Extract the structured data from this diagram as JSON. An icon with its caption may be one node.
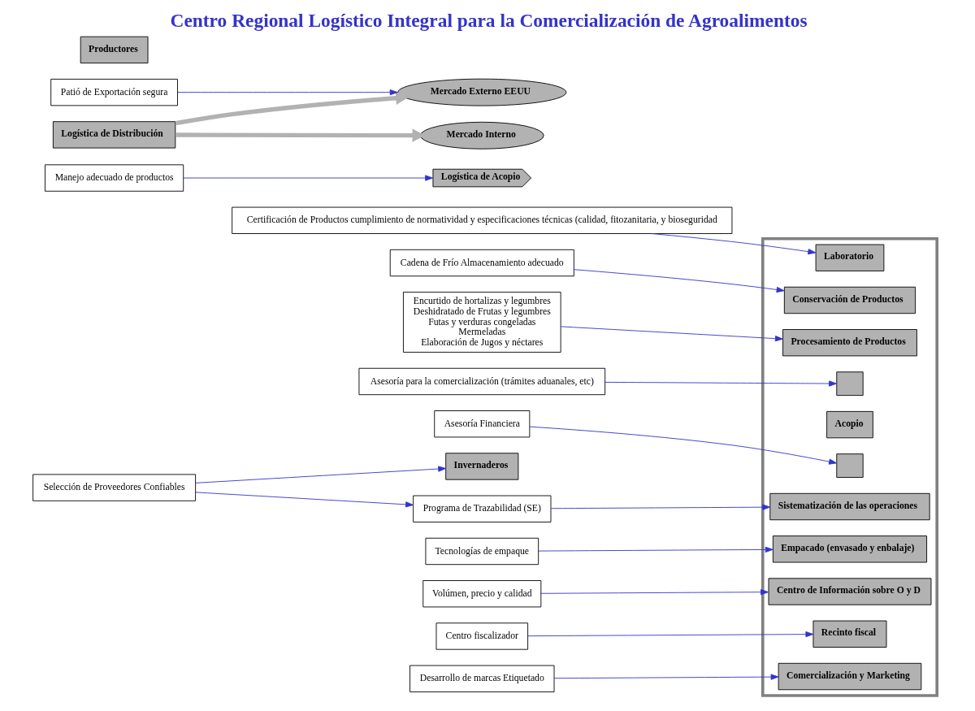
{
  "diagram": {
    "title": "Centro Regional Logístico Integral para la Comercialización de Agroalimentos",
    "nodes": [
      {
        "text": [
          "Certificación de Productos cumplimiento de normatividad y especificaciones técnicas (calidad, fitozanitaria, y bioseguridad"
        ]
      },
      {
        "text": [
          "Cadena de Frío Almacenamiento adecuado"
        ]
      },
      {
        "text": [
          "Encurtido de hortalizas y legumbres",
          "Deshidratado de Frutas y legumbres",
          "Futas y verduras congeladas",
          "Mermeladas",
          "Elaboración de Jugos y néctares"
        ]
      },
      {
        "text": [
          "Asesoría para la comercialización (trámites aduanales, etc)"
        ]
      },
      {
        "text": [
          "Manejo adecuado de productos"
        ]
      },
      {
        "text": [
          "Asesoría Financiera"
        ]
      },
      {
        "text": [
          "Mercado Externo EEUU"
        ]
      },
      {
        "text": [
          "Invernaderos"
        ]
      },
      {
        "text": [],
        "shape": "box"
      },
      {
        "text": [
          "Laboratorio"
        ],
        "in": 8
      },
      {
        "text": [
          "Conservación de Productos"
        ],
        "in": 8
      },
      {
        "text": [],
        "shape": "box",
        "in": 8
      },
      {
        "text": [],
        "shape": "box",
        "in": 8
      },
      {
        "text": [
          "Acopio"
        ],
        "in": 8
      },
      {
        "text": [
          "Procesamiento de Productos"
        ],
        "in": 8
      },
      {
        "text": [
          "Comercialización y Marketing"
        ],
        "in": 8
      },
      {
        "text": [
          "Empacado (envasado y enbalaje)"
        ],
        "in": 8
      },
      {
        "text": [
          "Recinto fiscal"
        ],
        "in": 8
      },
      {
        "text": [
          "Sistematización de las operaciones"
        ],
        "in": 8
      },
      {
        "text": [
          "Centro de Información sobre O y D"
        ],
        "in": 8
      },
      {
        "text": [
          "Logística de Acopio"
        ]
      },
      {
        "text": [
          "Logística de Distribución"
        ]
      },
      {
        "text": [
          "Patió de Exportación segura"
        ]
      },
      {
        "text": [
          "Productores"
        ]
      },
      {
        "text": [
          "Programa de Trazabilidad (SE)"
        ]
      },
      {
        "text": [
          "Mercado Interno"
        ]
      },
      {
        "text": [
          "Tecnologías de empaque"
        ]
      },
      {
        "text": [
          "Volúmen, precio y calidad"
        ]
      },
      {
        "text": [
          "Selección de Proveedores Confiables"
        ]
      },
      {
        "text": [
          "Centro fiscalizador"
        ]
      },
      {
        "text": [
          "Desarrollo de marcas Etiquetado"
        ]
      }
    ],
    "edges": [
      {
        "from": 0,
        "to": 9,
        "arrow": "to"
      },
      {
        "from": 1,
        "to": 10,
        "arrow": "to"
      },
      {
        "from": 2,
        "to": 14,
        "arrow": "to"
      },
      {
        "from": 3,
        "to": 11,
        "arrow": "to"
      },
      {
        "from": 5,
        "to": 12,
        "arrow": "to"
      },
      {
        "from": 4,
        "to": 20,
        "arrow": "to"
      },
      {
        "from": 22,
        "to": 6,
        "arrow": "to"
      },
      {
        "from": 24,
        "to": 18,
        "arrow": "to"
      },
      {
        "from": 26,
        "to": 16,
        "arrow": "to"
      },
      {
        "from": 27,
        "to": 19,
        "arrow": "to"
      },
      {
        "from": 28,
        "to": 7,
        "arrow": "to"
      },
      {
        "from": 28,
        "to": 24,
        "arrow": "to"
      },
      {
        "from": 29,
        "to": 17,
        "arrow": "to"
      },
      {
        "from": 30,
        "to": 15,
        "arrow": "to"
      },
      {
        "from": 21,
        "to": 6,
        "arrow": "to",
        "style": "thick",
        "color": "#b2b2b2"
      },
      {
        "from": 21,
        "to": 25,
        "arrow": "to",
        "style": "thick",
        "color": "#b2b2b2"
      }
    ]
  }
}
